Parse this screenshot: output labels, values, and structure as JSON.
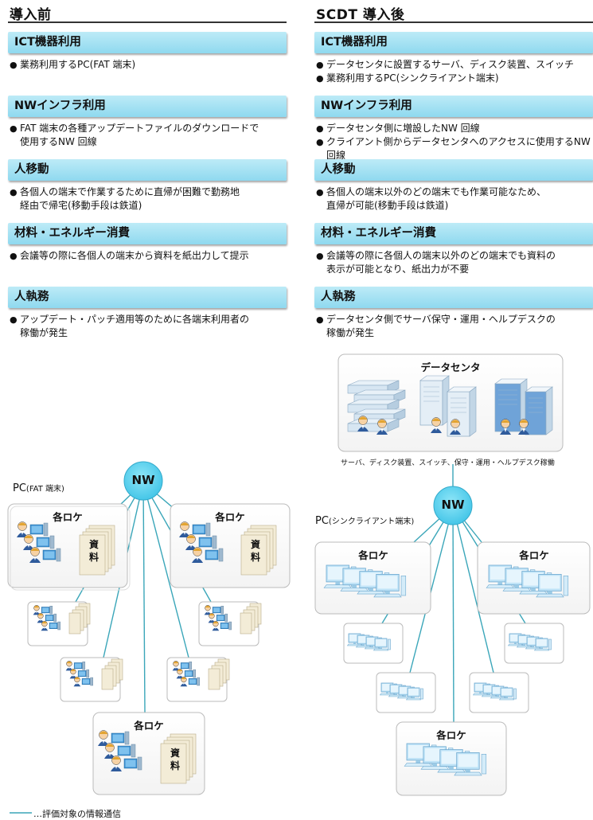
{
  "left": {
    "title": "導入前",
    "sections": [
      {
        "head": "ICT機器利用",
        "items": [
          "業務利用するPC(FAT 端末)"
        ]
      },
      {
        "head": "NWインフラ利用",
        "items": [
          "FAT 端末の各種アップデートファイルのダウンロードで\n使用するNW 回線"
        ]
      },
      {
        "head": "人移動",
        "items": [
          "各個人の端末で作業するために直帰が困難で勤務地\n経由で帰宅(移動手段は鉄道)"
        ]
      },
      {
        "head": "材料・エネルギー消費",
        "items": [
          "会議等の際に各個人の端末から資料を紙出力して提示"
        ]
      },
      {
        "head": "人執務",
        "items": [
          "アップデート・パッチ適用等のために各端末利用者の\n稼働が発生"
        ]
      }
    ]
  },
  "right": {
    "title": "SCDT 導入後",
    "sections": [
      {
        "head": "ICT機器利用",
        "items": [
          "データセンタに設置するサーバ、ディスク装置、スイッチ",
          "業務利用するPC(シンクライアント端末)"
        ]
      },
      {
        "head": "NWインフラ利用",
        "items": [
          "データセンタ側に増設したNW 回線",
          "クライアント側からデータセンタへのアクセスに使用するNW 回線"
        ]
      },
      {
        "head": "人移動",
        "items": [
          "各個人の端末以外のどの端末でも作業可能なため、\n直帰が可能(移動手段は鉄道)"
        ]
      },
      {
        "head": "材料・エネルギー消費",
        "items": [
          "会議等の際に各個人の端末以外のどの端末でも資料の\n表示が可能となり、紙出力が不要"
        ]
      },
      {
        "head": "人執務",
        "items": [
          "データセンタ側でサーバ保守・運用・ヘルプデスクの\n稼働が発生"
        ]
      }
    ]
  },
  "bullet": "●",
  "diagram": {
    "nw": "NW",
    "left_pc_label": "PC",
    "left_pc_sub": "(FAT 端末)",
    "right_pc_label": "PC",
    "right_pc_sub": "(シンクライアント端末)",
    "site": "各ロケ",
    "docs": "資\n料",
    "datacenter": "データセンタ",
    "dc_caption": "サーバ、ディスク装置、スイッチ、保守・運用・ヘルプデスク稼働"
  },
  "legend": "…評価対象の情報通信",
  "colors": {
    "line": "#3aa6b9",
    "nw": "#5ed2ee",
    "head": "#a6e2f3"
  }
}
